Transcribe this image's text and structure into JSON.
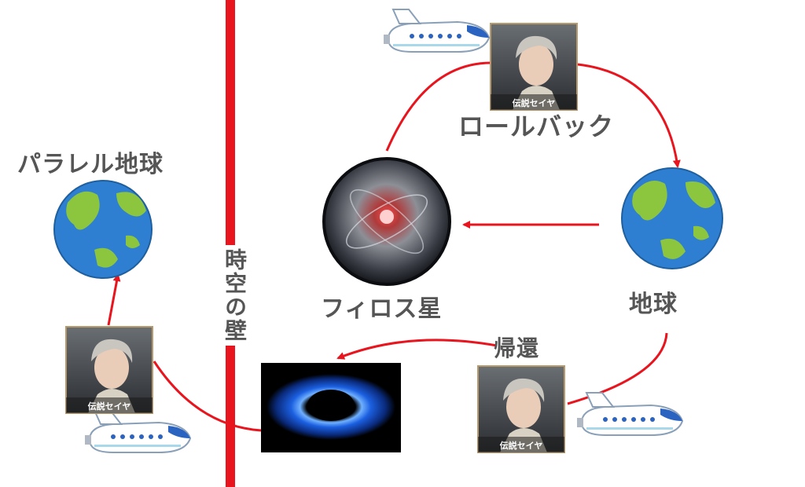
{
  "labels": {
    "rollback": "ロールバック",
    "parallel_earth": "パラレル地球",
    "firos_star": "フィロス星",
    "earth": "地球",
    "return": "帰還",
    "spacetime_wall": "時空の壁"
  },
  "portrait_caption": "伝説セイヤ",
  "colors": {
    "arrow": "#e8141e",
    "wall": "#e8141e",
    "label": "#555555",
    "ocean": "#2e7fd1",
    "land": "#8cc63f",
    "blackhole": "#1b5fe0"
  }
}
